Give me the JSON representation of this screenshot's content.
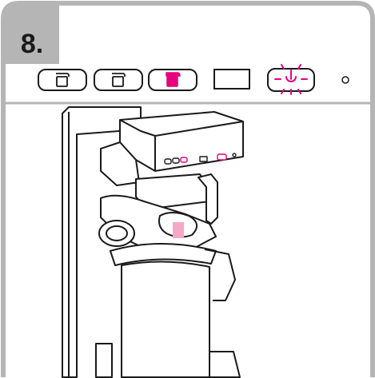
{
  "step": {
    "number": "8."
  },
  "colors": {
    "frame": "#b5b5b5",
    "ink": "#1a1a1a",
    "accent": "#e6007e",
    "accent_light": "#f7a8c8",
    "tab_bg": "#b5b5b5"
  },
  "control_panel": {
    "buttons": [
      {
        "icon": "jug-icon",
        "state": "off"
      },
      {
        "icon": "jug-icon",
        "state": "off"
      },
      {
        "icon": "jug-icon",
        "state": "active"
      },
      {
        "icon": "display-window",
        "state": "off"
      },
      {
        "icon": "power-icon",
        "state": "blinking"
      },
      {
        "icon": "indicator-led",
        "state": "off"
      }
    ]
  }
}
